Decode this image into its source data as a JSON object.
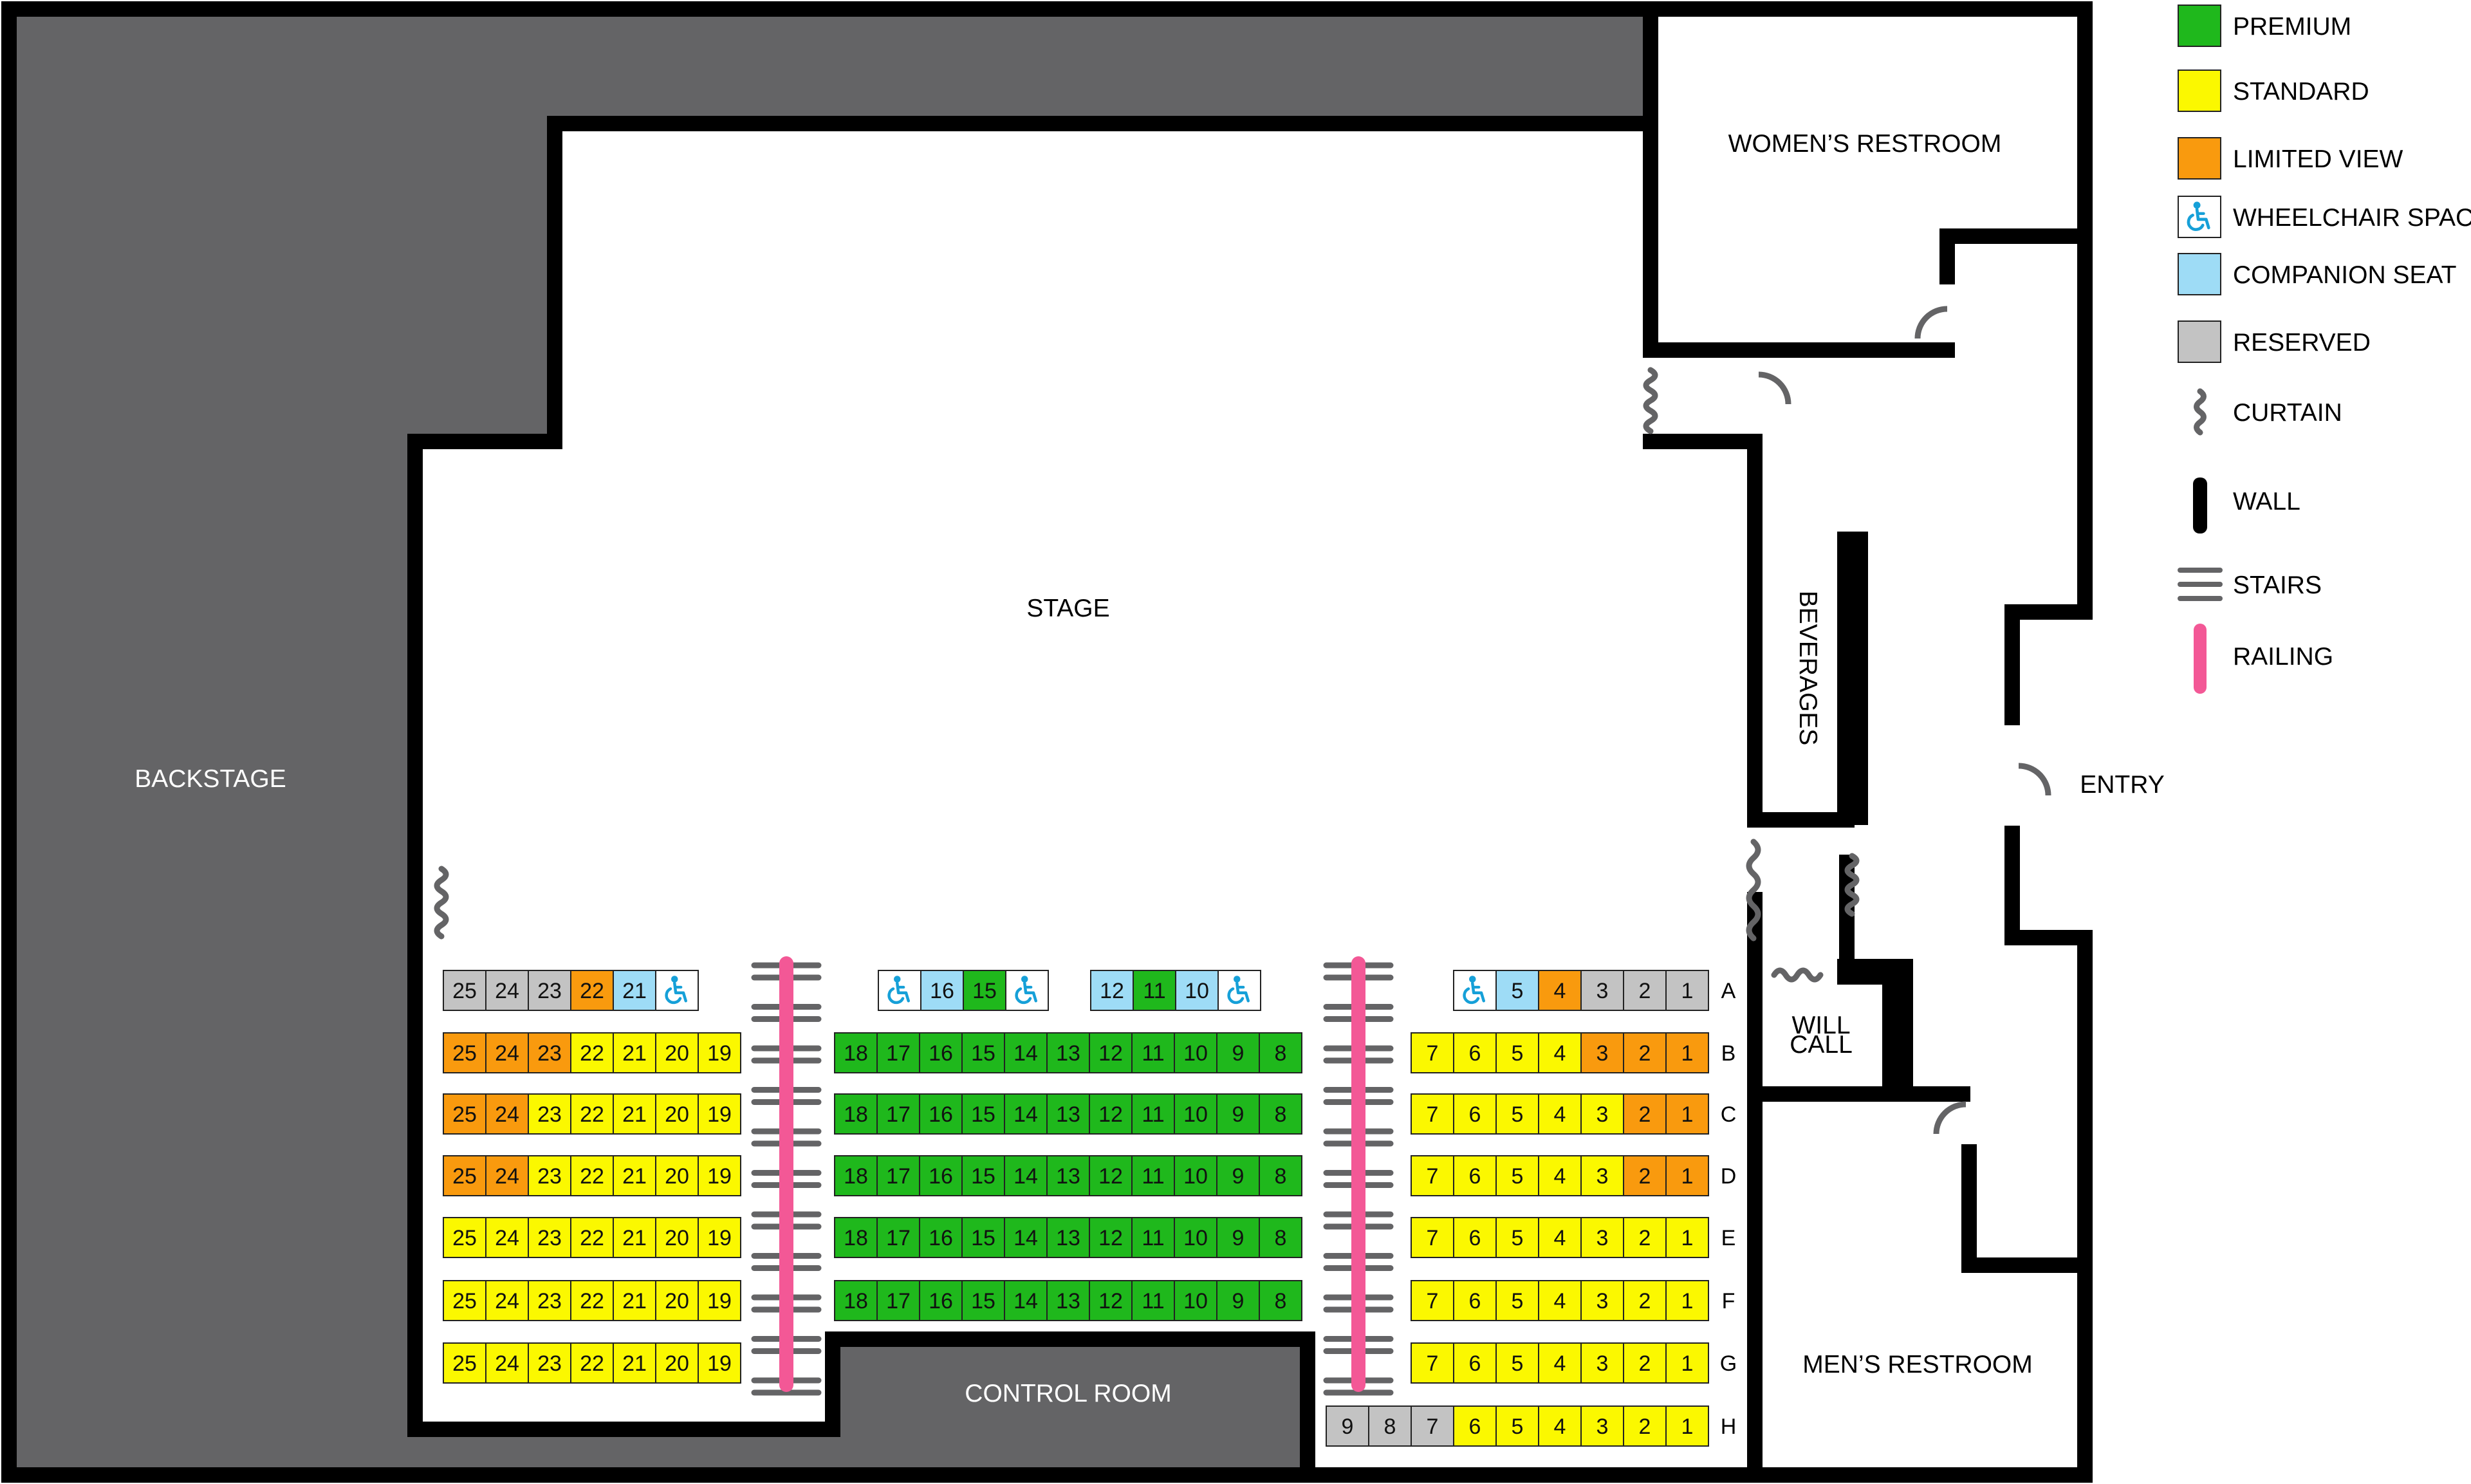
{
  "areas": {
    "backstage": "BACKSTAGE",
    "stage": "STAGE",
    "control_room": "CONTROL ROOM",
    "womens_restroom": "WOMEN’S RESTROOM",
    "mens_restroom": "MEN’S RESTROOM",
    "beverages": "BEVERAGES",
    "will_call_1": "WILL",
    "will_call_2": "CALL",
    "entry": "ENTRY"
  },
  "legend": [
    {
      "key": "premium",
      "label": "PREMIUM",
      "color": "#1fb81c"
    },
    {
      "key": "standard",
      "label": "STANDARD",
      "color": "#fbf800"
    },
    {
      "key": "limited",
      "label": "LIMITED VIEW",
      "color": "#f99a0e"
    },
    {
      "key": "wheelchair",
      "label": "WHEELCHAIR SPACE",
      "color": "#ffffff",
      "icon": "wheelchair-icon"
    },
    {
      "key": "companion",
      "label": "COMPANION SEAT",
      "color": "#9edcf6"
    },
    {
      "key": "reserved",
      "label": "RESERVED",
      "color": "#c3c3c3"
    },
    {
      "key": "curtain",
      "label": "CURTAIN",
      "icon": "curtain-icon"
    },
    {
      "key": "wall",
      "label": "WALL",
      "icon": "wall-icon"
    },
    {
      "key": "stairs",
      "label": "STAIRS",
      "icon": "stairs-icon"
    },
    {
      "key": "railing",
      "label": "RAILING",
      "icon": "railing-icon"
    }
  ],
  "colors": {
    "premium": "#1fb81c",
    "standard": "#fbf800",
    "limited": "#f99a0e",
    "wheelchair": "#ffffff",
    "companion": "#9edcf6",
    "reserved": "#c3c3c3",
    "wall": "#000000",
    "dark_area": "#646466",
    "railing": "#f35896",
    "stairs": "#646466",
    "curtain": "#646466",
    "wheelchair_icon": "#16a0d8"
  },
  "seating": {
    "left": [
      {
        "row": "A",
        "seats": [
          {
            "n": "25",
            "t": "reserved"
          },
          {
            "n": "24",
            "t": "reserved"
          },
          {
            "n": "23",
            "t": "reserved"
          },
          {
            "n": "22",
            "t": "limited"
          },
          {
            "n": "21",
            "t": "companion"
          },
          {
            "n": "",
            "t": "wheelchair"
          }
        ]
      },
      {
        "row": "B",
        "seats": [
          {
            "n": "25",
            "t": "limited"
          },
          {
            "n": "24",
            "t": "limited"
          },
          {
            "n": "23",
            "t": "limited"
          },
          {
            "n": "22",
            "t": "standard"
          },
          {
            "n": "21",
            "t": "standard"
          },
          {
            "n": "20",
            "t": "standard"
          },
          {
            "n": "19",
            "t": "standard"
          }
        ]
      },
      {
        "row": "C",
        "seats": [
          {
            "n": "25",
            "t": "limited"
          },
          {
            "n": "24",
            "t": "limited"
          },
          {
            "n": "23",
            "t": "standard"
          },
          {
            "n": "22",
            "t": "standard"
          },
          {
            "n": "21",
            "t": "standard"
          },
          {
            "n": "20",
            "t": "standard"
          },
          {
            "n": "19",
            "t": "standard"
          }
        ]
      },
      {
        "row": "D",
        "seats": [
          {
            "n": "25",
            "t": "limited"
          },
          {
            "n": "24",
            "t": "limited"
          },
          {
            "n": "23",
            "t": "standard"
          },
          {
            "n": "22",
            "t": "standard"
          },
          {
            "n": "21",
            "t": "standard"
          },
          {
            "n": "20",
            "t": "standard"
          },
          {
            "n": "19",
            "t": "standard"
          }
        ]
      },
      {
        "row": "E",
        "seats": [
          {
            "n": "25",
            "t": "standard"
          },
          {
            "n": "24",
            "t": "standard"
          },
          {
            "n": "23",
            "t": "standard"
          },
          {
            "n": "22",
            "t": "standard"
          },
          {
            "n": "21",
            "t": "standard"
          },
          {
            "n": "20",
            "t": "standard"
          },
          {
            "n": "19",
            "t": "standard"
          }
        ]
      },
      {
        "row": "F",
        "seats": [
          {
            "n": "25",
            "t": "standard"
          },
          {
            "n": "24",
            "t": "standard"
          },
          {
            "n": "23",
            "t": "standard"
          },
          {
            "n": "22",
            "t": "standard"
          },
          {
            "n": "21",
            "t": "standard"
          },
          {
            "n": "20",
            "t": "standard"
          },
          {
            "n": "19",
            "t": "standard"
          }
        ]
      },
      {
        "row": "G",
        "seats": [
          {
            "n": "25",
            "t": "standard"
          },
          {
            "n": "24",
            "t": "standard"
          },
          {
            "n": "23",
            "t": "standard"
          },
          {
            "n": "22",
            "t": "standard"
          },
          {
            "n": "21",
            "t": "standard"
          },
          {
            "n": "20",
            "t": "standard"
          },
          {
            "n": "19",
            "t": "standard"
          }
        ]
      }
    ],
    "center_a": [
      {
        "n": "",
        "t": "wheelchair"
      },
      {
        "n": "16",
        "t": "companion"
      },
      {
        "n": "15",
        "t": "premium"
      },
      {
        "n": "",
        "t": "wheelchair"
      },
      {
        "n": "12",
        "t": "companion"
      },
      {
        "n": "11",
        "t": "premium"
      },
      {
        "n": "10",
        "t": "companion"
      },
      {
        "n": "",
        "t": "wheelchair"
      }
    ],
    "center": [
      {
        "row": "B",
        "seats": [
          "18",
          "17",
          "16",
          "15",
          "14",
          "13",
          "12",
          "11",
          "10",
          "9",
          "8"
        ]
      },
      {
        "row": "C",
        "seats": [
          "18",
          "17",
          "16",
          "15",
          "14",
          "13",
          "12",
          "11",
          "10",
          "9",
          "8"
        ]
      },
      {
        "row": "D",
        "seats": [
          "18",
          "17",
          "16",
          "15",
          "14",
          "13",
          "12",
          "11",
          "10",
          "9",
          "8"
        ]
      },
      {
        "row": "E",
        "seats": [
          "18",
          "17",
          "16",
          "15",
          "14",
          "13",
          "12",
          "11",
          "10",
          "9",
          "8"
        ]
      },
      {
        "row": "F",
        "seats": [
          "18",
          "17",
          "16",
          "15",
          "14",
          "13",
          "12",
          "11",
          "10",
          "9",
          "8"
        ]
      }
    ],
    "right": [
      {
        "row": "A",
        "seats": [
          {
            "n": "",
            "t": "wheelchair"
          },
          {
            "n": "5",
            "t": "companion"
          },
          {
            "n": "4",
            "t": "limited"
          },
          {
            "n": "3",
            "t": "reserved"
          },
          {
            "n": "2",
            "t": "reserved"
          },
          {
            "n": "1",
            "t": "reserved"
          }
        ]
      },
      {
        "row": "B",
        "seats": [
          {
            "n": "7",
            "t": "standard"
          },
          {
            "n": "6",
            "t": "standard"
          },
          {
            "n": "5",
            "t": "standard"
          },
          {
            "n": "4",
            "t": "standard"
          },
          {
            "n": "3",
            "t": "limited"
          },
          {
            "n": "2",
            "t": "limited"
          },
          {
            "n": "1",
            "t": "limited"
          }
        ]
      },
      {
        "row": "C",
        "seats": [
          {
            "n": "7",
            "t": "standard"
          },
          {
            "n": "6",
            "t": "standard"
          },
          {
            "n": "5",
            "t": "standard"
          },
          {
            "n": "4",
            "t": "standard"
          },
          {
            "n": "3",
            "t": "standard"
          },
          {
            "n": "2",
            "t": "limited"
          },
          {
            "n": "1",
            "t": "limited"
          }
        ]
      },
      {
        "row": "D",
        "seats": [
          {
            "n": "7",
            "t": "standard"
          },
          {
            "n": "6",
            "t": "standard"
          },
          {
            "n": "5",
            "t": "standard"
          },
          {
            "n": "4",
            "t": "standard"
          },
          {
            "n": "3",
            "t": "standard"
          },
          {
            "n": "2",
            "t": "limited"
          },
          {
            "n": "1",
            "t": "limited"
          }
        ]
      },
      {
        "row": "E",
        "seats": [
          {
            "n": "7",
            "t": "standard"
          },
          {
            "n": "6",
            "t": "standard"
          },
          {
            "n": "5",
            "t": "standard"
          },
          {
            "n": "4",
            "t": "standard"
          },
          {
            "n": "3",
            "t": "standard"
          },
          {
            "n": "2",
            "t": "standard"
          },
          {
            "n": "1",
            "t": "standard"
          }
        ]
      },
      {
        "row": "F",
        "seats": [
          {
            "n": "7",
            "t": "standard"
          },
          {
            "n": "6",
            "t": "standard"
          },
          {
            "n": "5",
            "t": "standard"
          },
          {
            "n": "4",
            "t": "standard"
          },
          {
            "n": "3",
            "t": "standard"
          },
          {
            "n": "2",
            "t": "standard"
          },
          {
            "n": "1",
            "t": "standard"
          }
        ]
      },
      {
        "row": "G",
        "seats": [
          {
            "n": "7",
            "t": "standard"
          },
          {
            "n": "6",
            "t": "standard"
          },
          {
            "n": "5",
            "t": "standard"
          },
          {
            "n": "4",
            "t": "standard"
          },
          {
            "n": "3",
            "t": "standard"
          },
          {
            "n": "2",
            "t": "standard"
          },
          {
            "n": "1",
            "t": "standard"
          }
        ]
      },
      {
        "row": "H",
        "seats": [
          {
            "n": "9",
            "t": "reserved"
          },
          {
            "n": "8",
            "t": "reserved"
          },
          {
            "n": "7",
            "t": "reserved"
          },
          {
            "n": "6",
            "t": "standard"
          },
          {
            "n": "5",
            "t": "standard"
          },
          {
            "n": "4",
            "t": "standard"
          },
          {
            "n": "3",
            "t": "standard"
          },
          {
            "n": "2",
            "t": "standard"
          },
          {
            "n": "1",
            "t": "standard"
          }
        ]
      }
    ]
  }
}
